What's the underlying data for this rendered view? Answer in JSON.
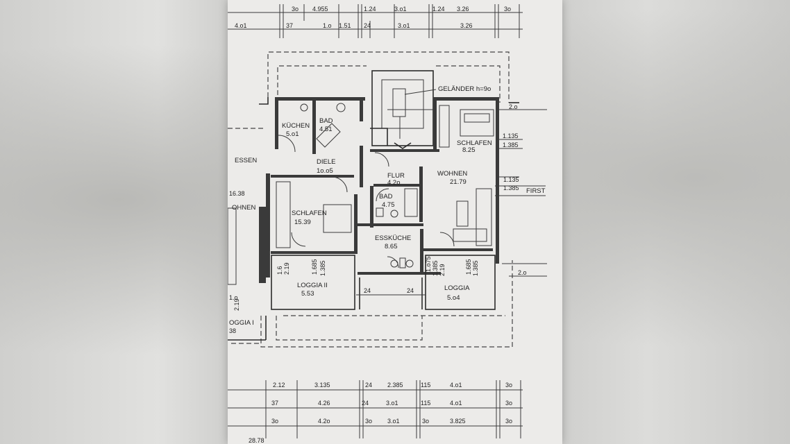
{
  "rooms": {
    "kuechen": {
      "name": "KÜCHEN",
      "area": "5.o1"
    },
    "bad1": {
      "name": "BAD",
      "area": "4.51"
    },
    "diele": {
      "name": "DIELE",
      "area": "1o.o5"
    },
    "flur": {
      "name": "FLUR",
      "area": "4.2o"
    },
    "bad2": {
      "name": "BAD",
      "area": "4.75"
    },
    "schlafen1": {
      "name": "SCHLAFEN",
      "area": "15.39"
    },
    "esskueche": {
      "name": "ESSKÜCHE",
      "area": "8.65"
    },
    "wohnen": {
      "name": "WOHNEN",
      "area": "21.79"
    },
    "schlafen2": {
      "name": "SCHLAFEN",
      "area": "8.25"
    },
    "loggia2": {
      "name": "LOGGIA II",
      "area": "5.53"
    },
    "loggia": {
      "name": "LOGGIA",
      "area": "5.o4"
    },
    "essen_left": {
      "name": "ESSEN"
    },
    "wohnen_left": {
      "name": "OHNEN"
    },
    "loggia1_left": {
      "name": "OGGIA I"
    }
  },
  "notes": {
    "gelaender": "GELÄNDER h=9o",
    "first": "FIRST"
  },
  "top_dims_row1": [
    "3o",
    "4.955",
    "1.24",
    "3.o1",
    "1.24",
    "3.26",
    "3o"
  ],
  "top_dims_row2": [
    "4.o1",
    "37",
    "1.o",
    "1.51",
    "24",
    "3.o1",
    "3.26"
  ],
  "bottom_dims_row1": [
    "2.12",
    "3.135",
    "24",
    "2.385",
    "115",
    "4.o1",
    "3o"
  ],
  "bottom_dims_row2": [
    "37",
    "4.26",
    "24",
    "3.o1",
    "115",
    "4.o1",
    "3o"
  ],
  "bottom_dims_row3": [
    "3o",
    "4.2o",
    "3o",
    "3.o1",
    "3o",
    "3.825",
    "3o"
  ],
  "bottom_dims_row4": [
    "28.78"
  ],
  "side_dims": {
    "d1": "2.o",
    "d2": "1.135",
    "d3": "1.385",
    "d4": "1.135",
    "d5": "1.385",
    "d6": "2.o"
  },
  "loggia_dims": {
    "l1": "1.6",
    "l2": "2.19",
    "l3": "1.685",
    "l4": "1.385",
    "l5": "1.o75",
    "l6": "1.385",
    "l7": "2.19",
    "l8": "1.685",
    "l9": "1.385",
    "l10": "24",
    "l11": "24"
  },
  "left_edge": {
    "n1": "16.38",
    "n2": "1.o",
    "n3": "2.19",
    "n4": "38"
  }
}
